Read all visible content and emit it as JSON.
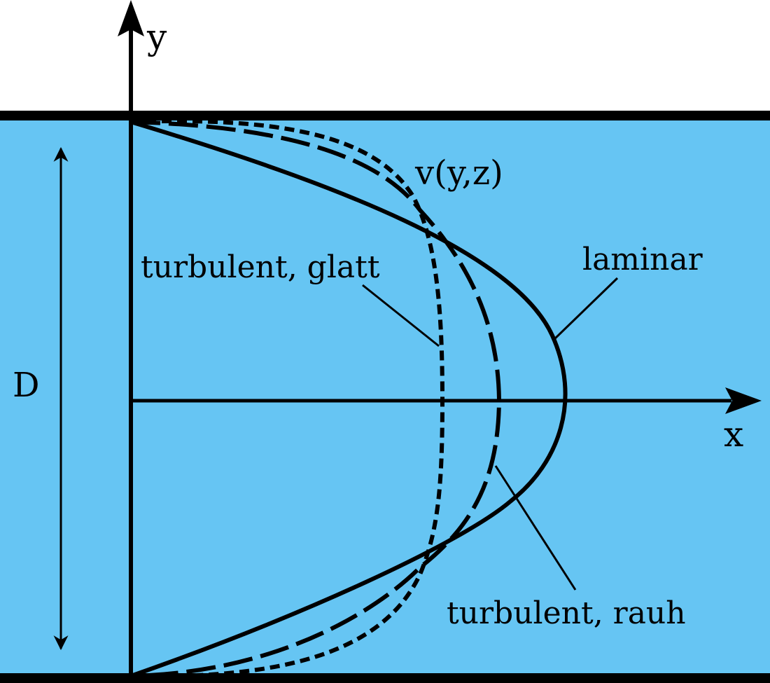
{
  "labels": {
    "y_axis": "y",
    "x_axis": "x",
    "diameter": "D",
    "velocity": "v(y,z)",
    "turbulent_smooth": "turbulent, glatt",
    "laminar": "laminar",
    "turbulent_rough": "turbulent, rauh"
  },
  "colors": {
    "fluid": "#66c5f3",
    "line": "#000000",
    "background": "#ffffff"
  }
}
